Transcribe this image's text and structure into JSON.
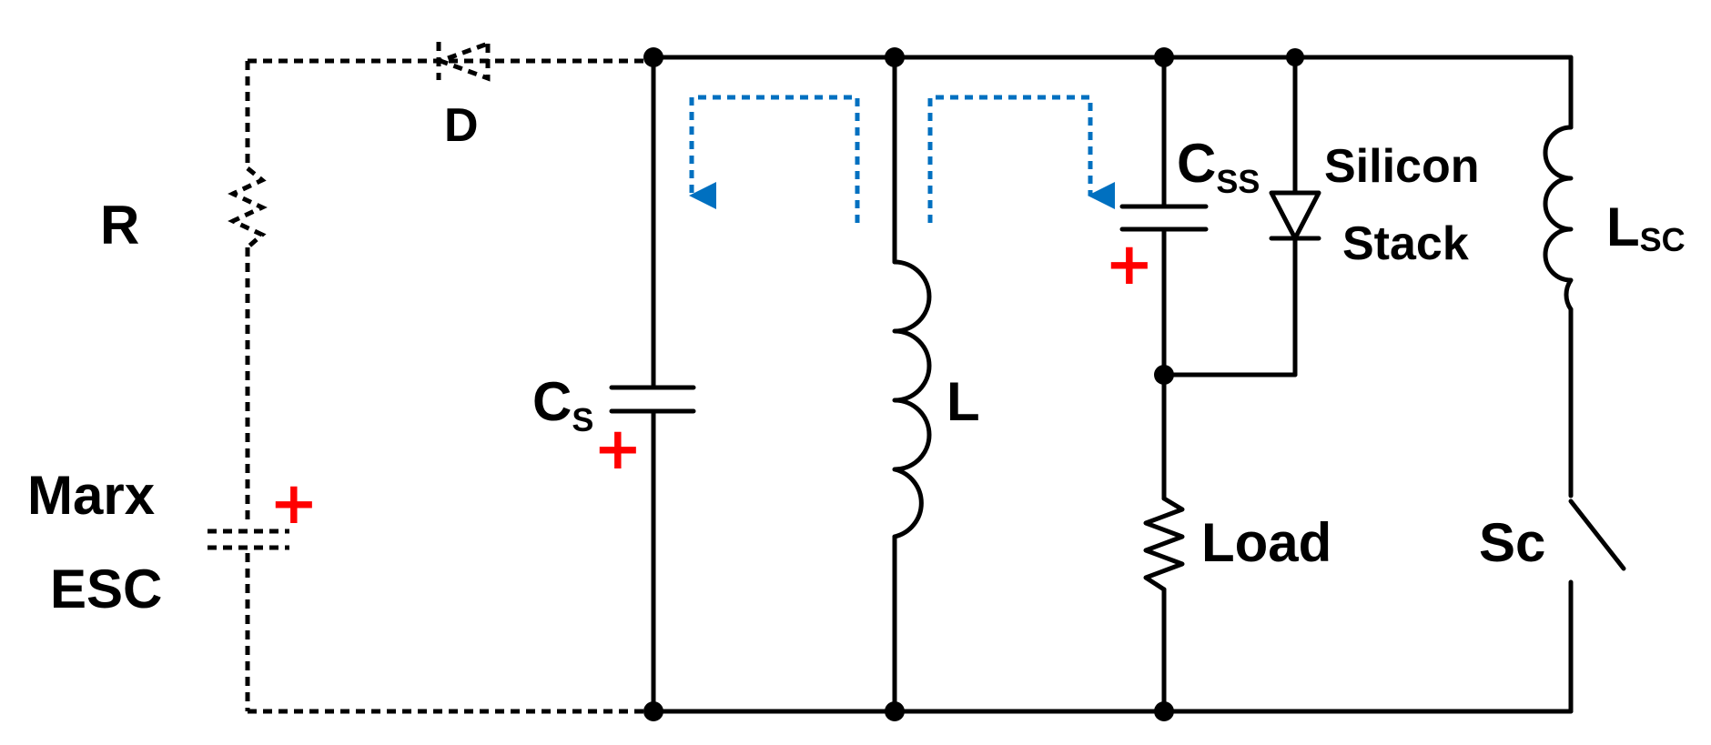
{
  "colors": {
    "wire": "#000000",
    "polarity_plus": "#ff0000",
    "current_arrow": "#0070c0",
    "background": "#ffffff"
  },
  "labels": {
    "diode": "D",
    "resistor": "R",
    "marx_line1": "Marx",
    "marx_line2": "ESC",
    "cs_main": "C",
    "cs_sub": "S",
    "inductor": "L",
    "css_main": "C",
    "css_sub": "SS",
    "silicon_line1": "Silicon",
    "silicon_line2": "Stack",
    "lsc_main": "L",
    "lsc_sub": "SC",
    "load": "Load",
    "switch": "Sc",
    "plus": "+"
  }
}
